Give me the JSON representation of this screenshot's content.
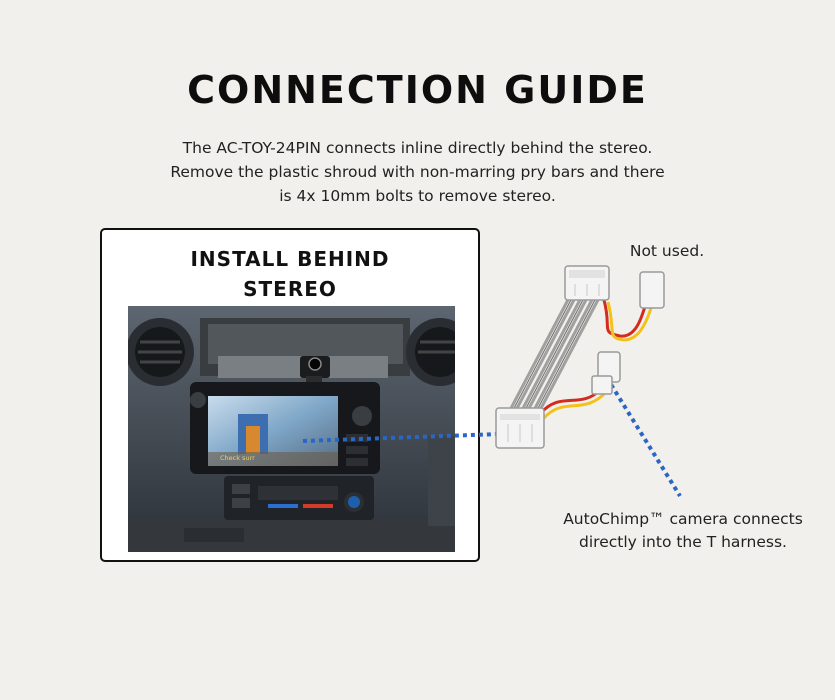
{
  "guide": {
    "title": "CONNECTION GUIDE",
    "intro": "The AC-TOY-24PIN connects inline directly behind the stereo. Remove the plastic shroud with non-marring pry bars and there is 4x 10mm bolts to remove stereo."
  },
  "photo_card": {
    "heading_line1": "INSTALL BEHIND",
    "heading_line2": "STEREO"
  },
  "screen_overlay_text": "Check surr",
  "callouts": {
    "not_used": "Not used.",
    "camera_note": "AutoChimp™ camera connects directly into the T harness."
  },
  "colors": {
    "background": "#f2f0ec",
    "dotted_line": "#2a66c4",
    "wire_red": "#d42b20",
    "wire_yellow": "#f2c21a",
    "wire_grey": "#9a9a9a",
    "connector_white": "#f4f4f4"
  }
}
